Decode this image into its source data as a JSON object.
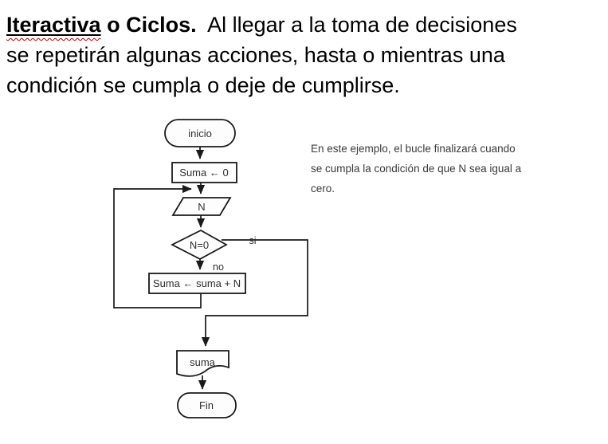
{
  "header": {
    "title_word": "Iteractiva",
    "title_rest": " o Ciclos.",
    "line1_text": "  Al llegar a la toma de decisiones",
    "line2": "se repetirán algunas acciones, hasta o mientras una",
    "line3": "condición se cumpla o deje de cumplirse."
  },
  "note": {
    "lines": [
      "En este ejemplo, el bucle finalizará cuando",
      "se cumpla la condición de que N sea igual a",
      "cero."
    ]
  },
  "flowchart": {
    "start_label": "inicio",
    "init_label": "Suma ← 0",
    "input_label": "N",
    "decision_label": "N=0",
    "yes_label": "si",
    "no_label": "no",
    "process_label": "Suma ← suma + N",
    "output_label": "suma",
    "end_label": "Fin"
  },
  "colors": {
    "spellcheck_squiggle": "#c00000",
    "diagram_stroke": "#1a1a1a",
    "diagram_text": "#2f2f2f",
    "title_text": "#000000",
    "note_text": "#3a3a3a"
  }
}
